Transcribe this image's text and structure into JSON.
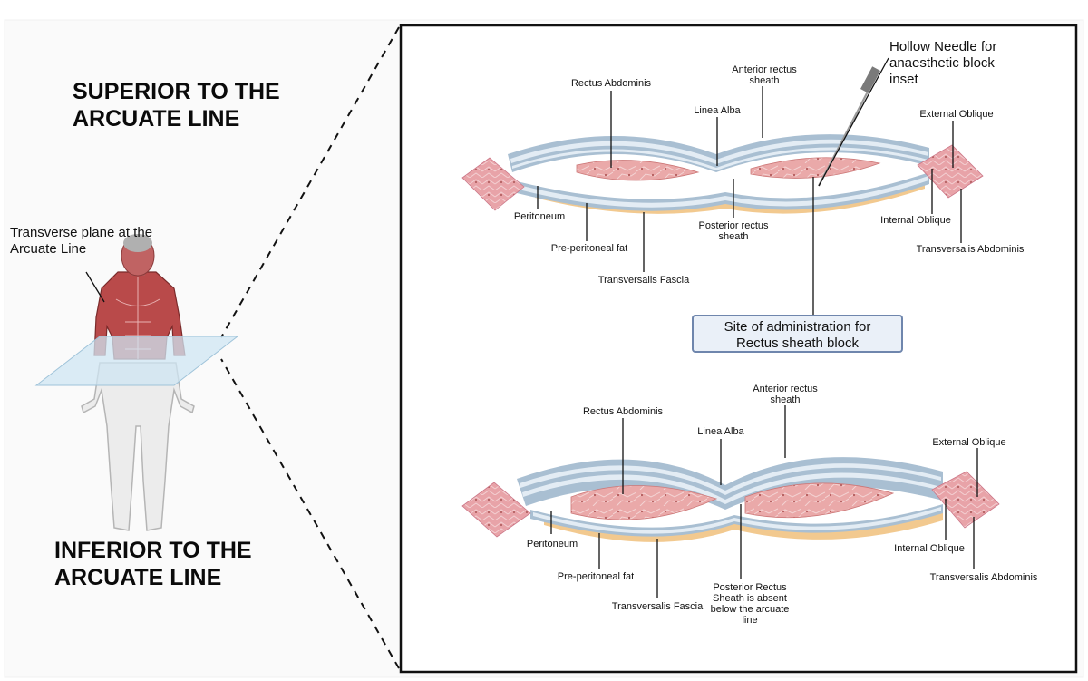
{
  "headings": {
    "superior": [
      "SUPERIOR TO THE",
      "ARCUATE LINE"
    ],
    "inferior": [
      "INFERIOR TO THE",
      "ARCUATE LINE"
    ]
  },
  "body_figure": {
    "plane_label": [
      "Transverse plane at the",
      "Arcuate Line"
    ]
  },
  "top_diagram": {
    "needle_label": [
      "Hollow Needle for",
      "anaesthetic block",
      "inset"
    ],
    "rectus_abdominis": "Rectus Abdominis",
    "anterior_rectus_sheath": [
      "Anterior rectus",
      "sheath"
    ],
    "linea_alba": "Linea Alba",
    "external_oblique": "External Oblique",
    "internal_oblique": "Internal Oblique",
    "transversalis_abdominis": "Transversalis Abdominis",
    "peritoneum": "Peritoneum",
    "preperitoneal_fat": "Pre-peritoneal fat",
    "transversalis_fascia": "Transversalis Fascia",
    "posterior_rectus_sheath": [
      "Posterior rectus",
      "sheath"
    ],
    "site_callout": [
      "Site of administration for",
      "Rectus sheath block"
    ]
  },
  "bottom_diagram": {
    "anterior_rectus_sheath": [
      "Anterior rectus",
      "sheath"
    ],
    "rectus_abdominis": "Rectus Abdominis",
    "linea_alba": "Linea Alba",
    "external_oblique": "External Oblique",
    "internal_oblique": "Internal Oblique",
    "transversalis_abdominis": "Transversalis Abdominis",
    "peritoneum": "Peritoneum",
    "preperitoneal_fat": "Pre-peritoneal fat",
    "transversalis_fascia": "Transversalis Fascia",
    "posterior_absent": [
      "Posterior Rectus",
      "Sheath is absent",
      "below the arcuate",
      "line"
    ]
  },
  "colors": {
    "sheath_blue": "#a9bfd2",
    "sheath_light": "#e3ecf4",
    "muscle_pink": "#e8a5a5",
    "muscle_dark": "#d98a8a",
    "fat_tan": "#f2c98f",
    "body_skin": "#e6e6e6",
    "plane_blue": "#cfe6f3",
    "callout_border": "#6f86ad"
  }
}
